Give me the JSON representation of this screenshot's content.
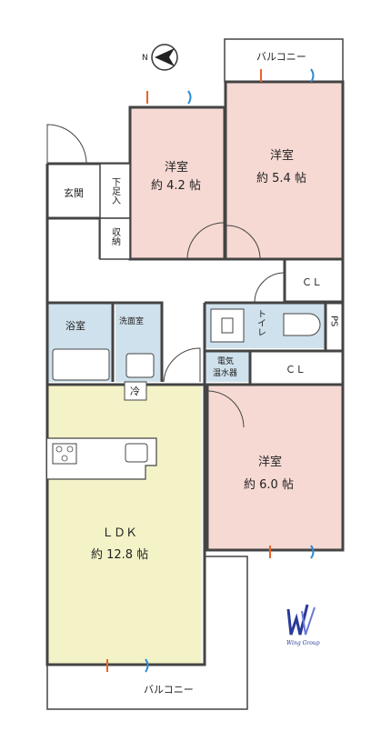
{
  "colors": {
    "western_room": "#f6d9d3",
    "ldk": "#f4f3c8",
    "wet": "#cfe1ec",
    "wall": "#444444",
    "brand": "#2a3a9a"
  },
  "rooms": {
    "balcony_top": "バルコニー",
    "room1_name": "洋室",
    "room1_size": "約 4.2 帖",
    "room2_name": "洋室",
    "room2_size": "約 5.4 帖",
    "room3_name": "洋室",
    "room3_size": "約 6.0 帖",
    "ldk_name": "ＬＤＫ",
    "ldk_size": "約 12.8 帖",
    "entrance": "玄関",
    "shoe_box": "下足入",
    "storage": "収納",
    "cl1": "ＣＬ",
    "cl2": "ＣＬ",
    "bath": "浴室",
    "washroom": "洗面室",
    "toilet": "トイレ",
    "ps": "PS",
    "water_heater_1": "電気",
    "water_heater_2": "温水器",
    "fridge": "冷",
    "balcony_bottom": "バルコニー",
    "compass": "N",
    "logo_text": "Wing Group"
  }
}
